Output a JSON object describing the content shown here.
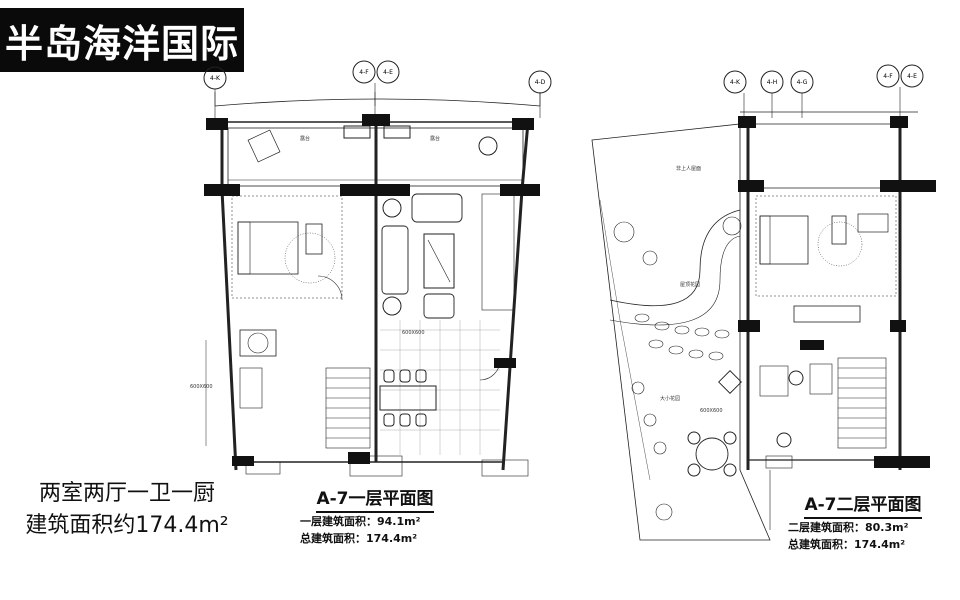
{
  "header": {
    "title": "半岛海洋国际"
  },
  "layout": {
    "line1": "两室两厅一卫一厨",
    "line2": "建筑面积约174.4m²"
  },
  "plan1": {
    "title": "A-7一层平面图",
    "area_line": "一层建筑面积：94.1m²",
    "total_line": "总建筑面积：174.4m²",
    "axes": [
      "4-K",
      "4-F",
      "4-E",
      "4-D"
    ],
    "rooms": {
      "terrace": "露台",
      "floor_tile": "600X600",
      "tile_side": "600X600"
    }
  },
  "plan2": {
    "title": "A-7二层平面图",
    "area_line": "二层建筑面积：80.3m²",
    "total_line": "总建筑面积：174.4m²",
    "axes": [
      "4-K",
      "4-H",
      "4-G",
      "4-F",
      "4-E"
    ],
    "rooms": {
      "top": "非上人屋面",
      "garden": "屋顶花园",
      "big_garden": "大小花园",
      "tile": "600X600"
    }
  }
}
